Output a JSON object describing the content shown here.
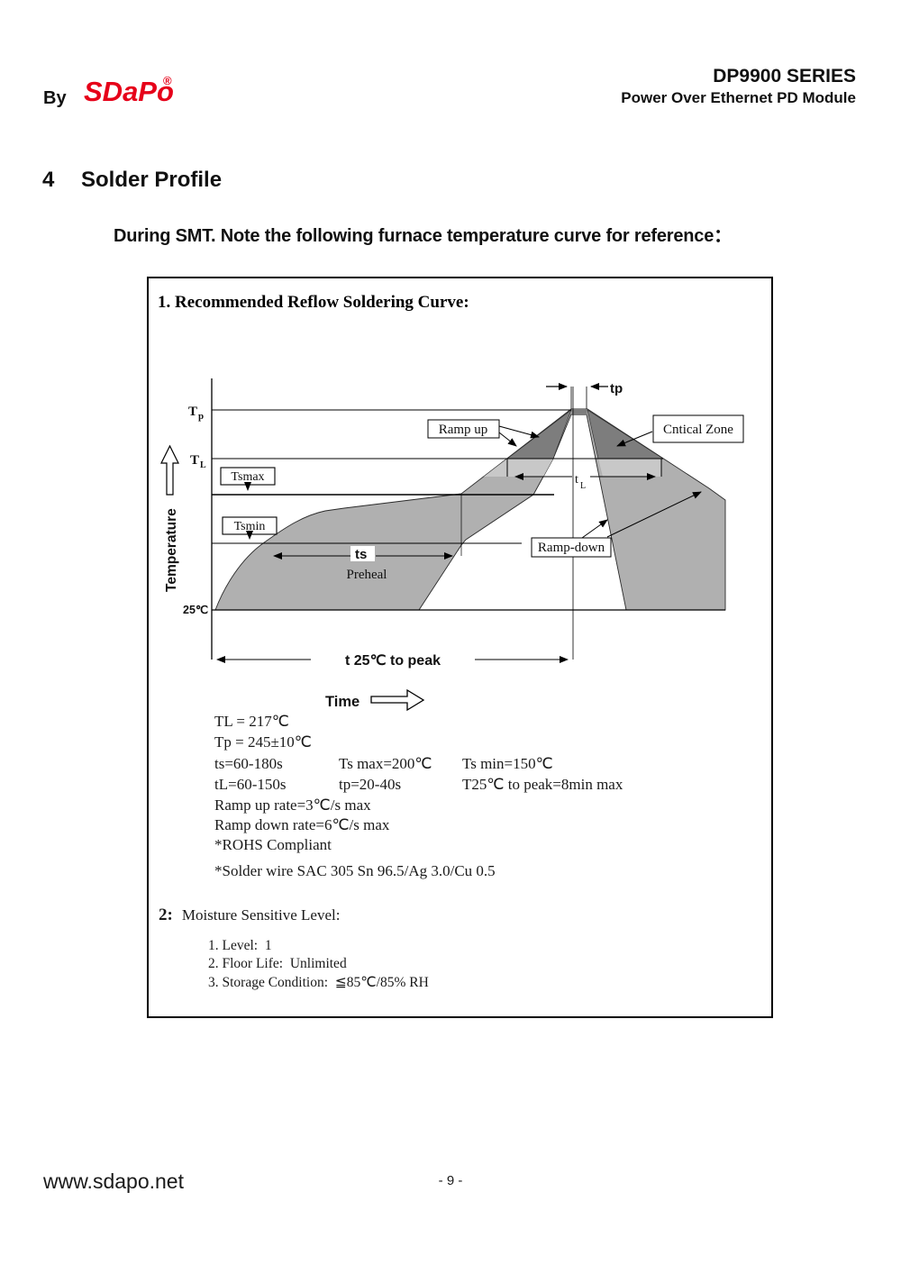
{
  "header": {
    "by": "By",
    "logo": "SDaPo",
    "reg": "®",
    "series": "DP9900 SERIES",
    "product": "Power Over Ethernet PD Module"
  },
  "section": {
    "number": "4",
    "title": "Solder Profile",
    "intro": "During SMT. Note the following furnace temperature curve for reference："
  },
  "figure": {
    "title": "1. Recommended Reflow Soldering Curve:",
    "diagram": {
      "tp_dim": "tp",
      "temp_peak": {
        "base": "T",
        "sub": "p"
      },
      "temp_liquidus": {
        "base": "T",
        "sub": "L"
      },
      "time_liquidus": {
        "base": "t",
        "sub": "L"
      },
      "tsmax": "Tsmax",
      "tsmin": "Tsmin",
      "ramp_up": "Ramp up",
      "critical_zone": "Cntical Zone",
      "ramp_down": "Ramp-down",
      "ts": "ts",
      "preheat": "Preheal",
      "temp_axis": "Temperature",
      "origin": "25℃",
      "t25_to_peak": "t 25℃ to peak",
      "time": "Time"
    },
    "params": {
      "line1": "TL = 217℃",
      "line2": "Tp = 245±10℃",
      "row3": [
        "ts=60-180s",
        "Ts max=200℃",
        "Ts min=150℃"
      ],
      "row4": [
        "tL=60-150s",
        "tp=20-40s",
        "T25℃ to peak=8min max"
      ],
      "line5": "Ramp up rate=3℃/s max",
      "line6": "Ramp down rate=6℃/s max",
      "line7": "*ROHS Compliant",
      "line8": "*Solder wire SAC 305 Sn 96.5/Ag 3.0/Cu 0.5"
    },
    "msl": {
      "num": "2:",
      "title": "Moisture Sensitive Level:",
      "items": [
        "1. Level:  1",
        "2. Floor Life:  Unlimited",
        "3. Storage Condition:  ≦85℃/85% RH"
      ]
    }
  },
  "footer": {
    "site": "www.sdapo.net",
    "page": "- 9 -"
  }
}
